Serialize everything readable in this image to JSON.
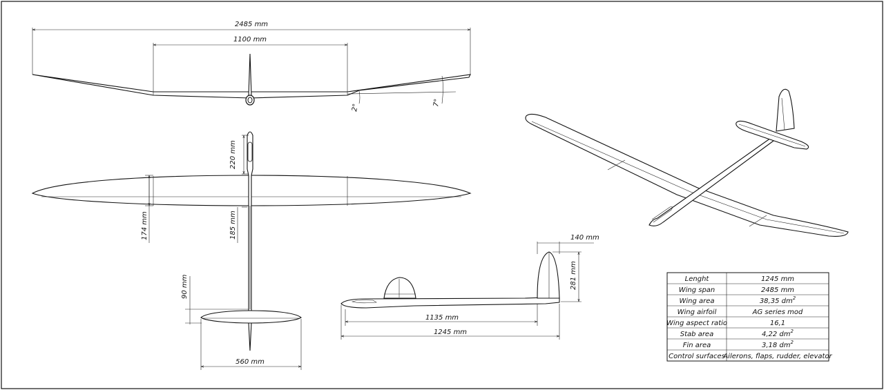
{
  "front_view": {
    "total_span": "2485 mm",
    "center_span": "1100 mm",
    "dihedral_inner": "2°",
    "dihedral_outer": "7°"
  },
  "top_view": {
    "nose_length": "220 mm",
    "root_chord": "174 mm",
    "wing_to_tail_gap": "185 mm",
    "stab_offset": "90 mm",
    "stab_span": "560 mm"
  },
  "side_view": {
    "fin_chord": "140 mm",
    "fin_height": "281 mm",
    "tail_length": "1135 mm",
    "overall_length": "1245 mm"
  },
  "specs": [
    {
      "label": "Lenght",
      "value": "1245 mm",
      "sup": ""
    },
    {
      "label": "Wing span",
      "value": "2485 mm",
      "sup": ""
    },
    {
      "label": "Wing area",
      "value": "38,35 dm",
      "sup": "2"
    },
    {
      "label": "Wing airfoil",
      "value": "AG series mod",
      "sup": ""
    },
    {
      "label": "Wing aspect ratio",
      "value": "16,1",
      "sup": ""
    },
    {
      "label": "Stab area",
      "value": "4,22 dm",
      "sup": "2"
    },
    {
      "label": "Fin area",
      "value": "3,18 dm",
      "sup": "2"
    },
    {
      "label": "Control surfaces",
      "value": "Ailerons, flaps, rudder, elevator",
      "sup": ""
    }
  ]
}
